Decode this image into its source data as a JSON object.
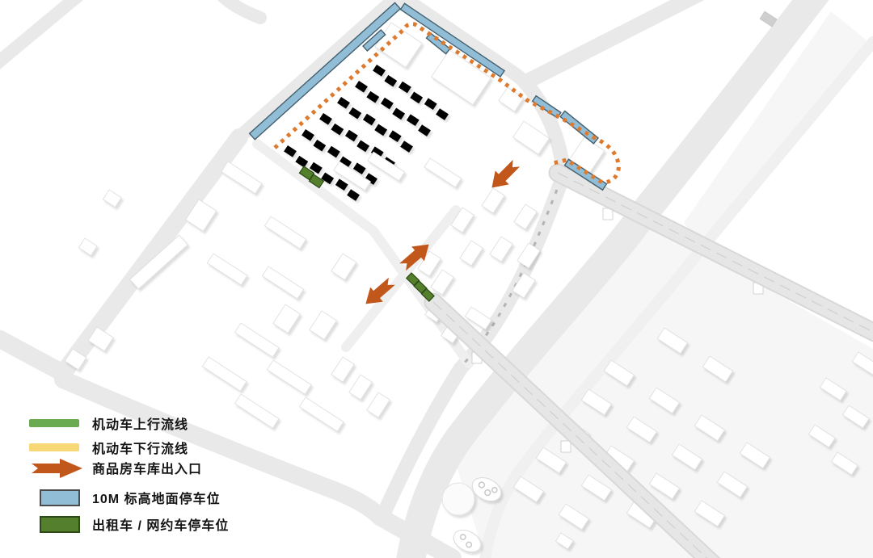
{
  "legend": {
    "items": [
      {
        "id": "motor-up-flow",
        "label": "机动车上行流线",
        "swatch": "green-bar"
      },
      {
        "id": "motor-down-flow",
        "label": "机动车下行流线",
        "swatch": "yellow-bar"
      },
      {
        "id": "garage-entrance",
        "label": "商品房车库出入口",
        "swatch": "orange-arrow"
      },
      {
        "id": "parking-10m",
        "label": "10M 标高地面停车位",
        "swatch": "blue-rect"
      },
      {
        "id": "taxi-parking",
        "label": "出租车 / 网约车停车位",
        "swatch": "green-rect"
      }
    ]
  },
  "colors": {
    "flow_up_green": "#6aaa50",
    "flow_down_yellow": "#f8d876",
    "arrow_orange": "#c2571b",
    "dots_orange": "#de7a2d",
    "parking_blue": "#92bdd7",
    "parking_blue_border": "#44606f",
    "swatch_border": "#4a4a4a",
    "taxi_green": "#54802d",
    "taxi_green_border": "#2c4a16",
    "road_gray": "#e9e9e9",
    "parcel_gray": "#f6f6f6",
    "building_white": "#ffffff",
    "building_edge": "#dcdcdc",
    "street_dash_gray": "#a0a0a0"
  },
  "map": {
    "markers": {
      "garage_arrows": 3,
      "taxi_parking_clusters": 2,
      "ground_parking_strips_10m": 7
    }
  }
}
